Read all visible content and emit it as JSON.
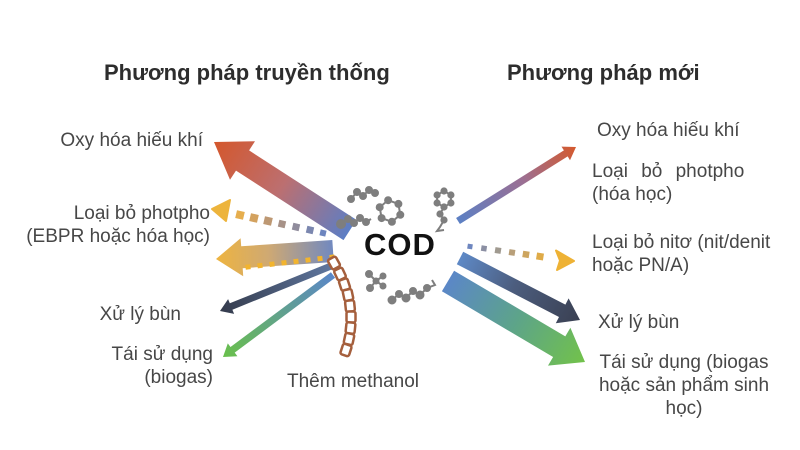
{
  "titles": {
    "left": "Phương pháp truyền thống",
    "right": "Phương pháp mới"
  },
  "center_label": "COD",
  "left_column": {
    "aerobic_oxidation": "Oxy hóa hiếu khí",
    "phosphorus_removal_line1": "Loại bỏ photpho",
    "phosphorus_removal_line2": "(EBPR hoặc hóa học)",
    "sludge_treatment": "Xử lý bùn",
    "reuse_line1": "Tái sử dụng",
    "reuse_line2": "(biogas)",
    "methanol_note": "Thêm methanol"
  },
  "right_column": {
    "aerobic_oxidation": "Oxy hóa hiếu khí",
    "phosphorus_removal_line1": "Loại bỏ photpho",
    "phosphorus_removal_line2": "(hóa học)",
    "nitrogen_removal_line1": "Loại bỏ nitơ (nit/denit",
    "nitrogen_removal_line2": "hoặc PN/A)",
    "sludge_treatment": "Xử lý bùn",
    "reuse_line1": "Tái sử dụng (biogas",
    "reuse_line2": "hoặc sản phẩm sinh",
    "reuse_line3": "học)"
  },
  "colors": {
    "background": "#ffffff",
    "title_text": "#2d2d2d",
    "label_text": "#474747",
    "cod_text": "#111111",
    "arrow_orange": "#d4572c",
    "arrow_blue": "#5c7ec5",
    "arrow_yellow": "#eeb440",
    "arrow_dark": "#3a4052",
    "arrow_green": "#6fc04b",
    "methanol_dash_brown": "#a55f3d",
    "molecule_gray": "#7e7e7e"
  }
}
